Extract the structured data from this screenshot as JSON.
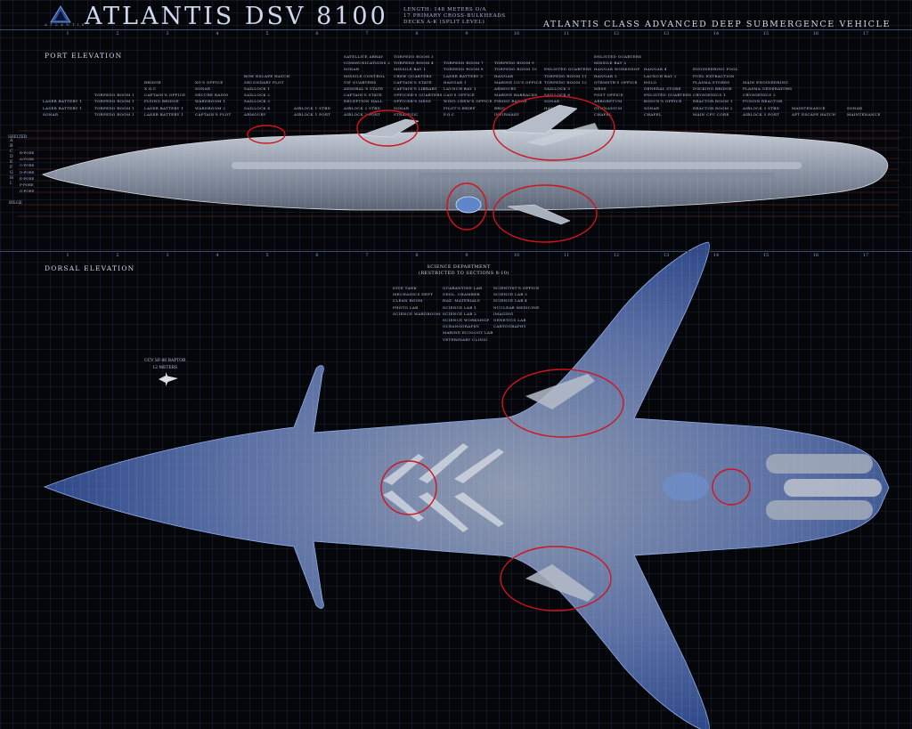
{
  "header": {
    "title": "ATLANTIS DSV 8100",
    "logo_text": "A T L A N T I S",
    "specs": [
      "LENGTH: 148 METERS O/A",
      "17 PRIMARY CROSS-BULKHEADS",
      "DECKS A-K (SPLIT LEVEL)"
    ],
    "subtitle": "ATLANTIS CLASS ADVANCED DEEP SUBMERGENCE VEHICLE"
  },
  "section_numbers": [
    "1",
    "2",
    "3",
    "4",
    "5",
    "6",
    "7",
    "8",
    "9",
    "10",
    "11",
    "12",
    "13",
    "14",
    "15",
    "16",
    "17"
  ],
  "views": {
    "port": "PORT ELEVATION",
    "dorsal": "DORSAL ELEVATION"
  },
  "deck_labels": {
    "shelter": "SHELTER",
    "letters": [
      "A",
      "B",
      "C",
      "D",
      "E",
      "F",
      "G",
      "H",
      "I"
    ],
    "names": [
      "B-PORE",
      "A-PORE",
      "C-PORE",
      "D-PORE",
      "E-PORE",
      "F-PORE",
      "G-PORE"
    ],
    "bilge": "BILGE"
  },
  "port_columns": [
    {
      "items": [
        "LASER BATTERY 1",
        "LASER BATTERY 1",
        "SONAR"
      ]
    },
    {
      "items": [
        "TORPEDO ROOM 1",
        "TORPEDO ROOM 1",
        "TORPEDO ROOM 1",
        "TORPEDO ROOM 1"
      ]
    },
    {
      "items": [
        "BRIDGE",
        "X.O.C",
        "CAPTAIN'S OFFICE",
        "FLYING BRIDGE",
        "LASER BATTERY 1",
        "LASER BATTERY 1"
      ]
    },
    {
      "items": [
        "XO'S OFFICE",
        "SONAR",
        "SECURE RADIO",
        "WARDROOM 1",
        "WARDROOM 2",
        "CAPTAIN'S PLOT"
      ]
    },
    {
      "items": [
        "BOW ESCAPE HATCH",
        "SECONDARY PLOT",
        "SAILLOCK 1",
        "SAILLOCK 2",
        "SAILLOCK 3",
        "SAILLOCK 4",
        "ARMOURY"
      ]
    },
    {
      "items": [
        "AIRLOCK 1 STBD",
        "AIRLOCK 1 PORT"
      ]
    },
    {
      "items": [
        "SATELLITE ARRAY",
        "COMMUNICATIONS 2",
        "SONAR",
        "MISSILE CONTROL",
        "VIP QUARTERS",
        "ADMIRAL'S STATE",
        "CAPTAIN'S STATE",
        "RECEPTION HALL",
        "AIRLOCK 2 STBD",
        "AIRLOCK 2 PORT"
      ]
    },
    {
      "items": [
        "TORPEDO ROOM 3",
        "TORPEDO ROOM 4",
        "MISSILE BAY 1",
        "CREW QUARTERS",
        "CAPTAIN'S STATE",
        "CAPTAIN'S LIBRARY",
        "OFFICER'S QUARTERS",
        "OFFICER'S MESS",
        "SONAR",
        "STRATEGIC"
      ]
    },
    {
      "items": [
        "TORPEDO ROOM 7",
        "TORPEDO ROOM 8",
        "LASER BATTERY 5",
        "HANGAR 1",
        "LAUNCH BAY 1",
        "CAG'S OFFICE",
        "WING CREW'S OFFICE",
        "PILOT'S BRIEF",
        "P.O.C"
      ]
    },
    {
      "items": [
        "TORPEDO ROOM 9",
        "TORPEDO ROOM 10",
        "HANGAR",
        "MARINE CO'S OFFICE",
        "ARMOURY",
        "MARINE BARRACKS",
        "FIRING RANGE",
        "BRIG",
        "INFIRMARY"
      ]
    },
    {
      "items": [
        "ENLISTED QUARTERS",
        "TORPEDO ROOM 11",
        "TORPEDO ROOM 12",
        "SAILLOCK 5",
        "SAILLOCK 6",
        "SONAR",
        "HANGAR 2",
        "HOLO"
      ]
    },
    {
      "items": [
        "ENLISTED QUARTERS",
        "MISSILE BAY 2",
        "HANGAR WORKSHOP",
        "HANGAR 3",
        "QTRMSTR'S OFFICE",
        "MESS",
        "POST OFFICE",
        "ARBORETUM",
        "GYMNASIUM",
        "CHAPEL"
      ]
    },
    {
      "items": [
        "HANGAR 4",
        "LAUNCH BAY 2",
        "HOLO",
        "GENERAL STORE",
        "ENLISTED QUARTERS",
        "BOSUN'S OFFICE",
        "SONAR",
        "CHAPEL"
      ]
    },
    {
      "items": [
        "ENGINEERING POOL",
        "FUEL EXTRACTION",
        "PLASMA STORES",
        "DOCKING BRIDGE",
        "CRYOGENICS 1",
        "REACTOR ROOM 1",
        "REACTOR ROOM 2",
        "MAIN CPU CORE"
      ]
    },
    {
      "items": [
        "MAIN ENGINEERING",
        "PLASMA GENERATORS",
        "CRYOGENICS 2",
        "FUSION REACTOR",
        "AIRLOCK 3 STBD",
        "AIRLOCK 3 PORT"
      ]
    },
    {
      "items": [
        "MAINTENANCE",
        "AFT ESCAPE HATCH"
      ]
    },
    {
      "items": [
        "SONAR",
        "MAINTENANCE"
      ]
    }
  ],
  "science": {
    "heading_1": "SCIENCE DEPARTMENT",
    "heading_2": "(RESTRICTED TO SECTIONS 8-10)",
    "columns": [
      {
        "items": [
          "DIVE TANK",
          "MECHANICS DEPT",
          "CLEAN ROOM",
          "PHOTO LAB",
          "SCIENCE WARDROOM"
        ]
      },
      {
        "items": [
          "QUARANTINE LAB",
          "GEOL. CHAMBER",
          "HAZ. MATERIALS",
          "SCIENCE LAB 1",
          "SCIENCE LAB 2",
          "SCIENCE WORKSHOP",
          "OCEANOGRAPHY",
          "MARINE ECOLOGY LAB",
          "VETERINARY CLINIC"
        ]
      },
      {
        "items": [
          "SCIENTIST'S OFFICE",
          "SCIENCE LAB 3",
          "SCIENCE LAB 4",
          "NUCLEAR MEDICINE",
          "IMAGING",
          "GENETICS LAB",
          "CARTOGRAPHY"
        ]
      }
    ]
  },
  "ucv": {
    "line1": "UCV SF-86 RAPTOR",
    "line2": "12 METERS"
  },
  "colors": {
    "background": "#05060a",
    "grid": "#3a4a6a",
    "hull_grey": "#9aa4b4",
    "hull_blue": "#3b5a9e",
    "highlight": "#d0141c",
    "text": "#b7c7e6"
  }
}
